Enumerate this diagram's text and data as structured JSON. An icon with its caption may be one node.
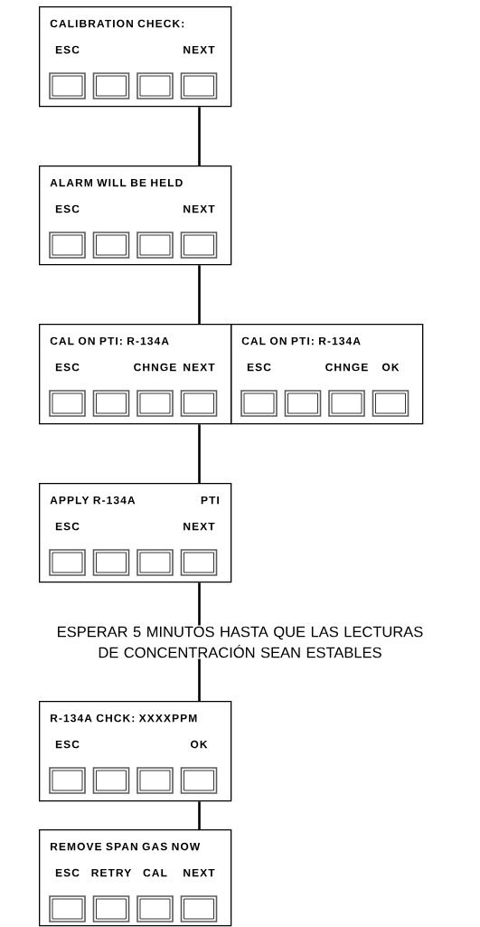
{
  "diagram": {
    "nodes": [
      {
        "text": [
          "CALIBRATION CHECK:",
          "ESC",
          "NEXT"
        ]
      },
      {
        "text": [
          "ALARM WILL BE HELD",
          "ESC",
          "NEXT"
        ]
      },
      {
        "text": [
          "CAL ON PTI: R-134A",
          "ESC",
          "CHNGE",
          "NEXT"
        ]
      },
      {
        "text": [
          "CAL ON PTI: R-134A",
          "ESC",
          "CHNGE",
          "OK"
        ]
      },
      {
        "text": [
          "APPLY R-134A",
          "PTI",
          "ESC",
          "NEXT"
        ]
      },
      {
        "text": [
          "ESPERAR 5 MINUTOS HASTA QUE LAS LECTURAS DE CONCENTRACIÓN SEAN ESTABLES"
        ]
      },
      {
        "text": [
          "R-134A CHCK: XXXXPPM",
          "ESC",
          "OK"
        ]
      },
      {
        "text": [
          "REMOVE SPAN GAS NOW",
          "ESC",
          "RETRY",
          "CAL",
          "NEXT"
        ]
      }
    ],
    "edges": [
      {
        "from": 0,
        "to": 1,
        "arrow": "none"
      },
      {
        "from": 1,
        "to": 2,
        "arrow": "none"
      },
      {
        "from": 2,
        "to": 4,
        "arrow": "none"
      },
      {
        "from": 4,
        "to": 5,
        "arrow": "none"
      },
      {
        "from": 5,
        "to": 6,
        "arrow": "none"
      },
      {
        "from": 6,
        "to": 7,
        "arrow": "none"
      }
    ]
  }
}
